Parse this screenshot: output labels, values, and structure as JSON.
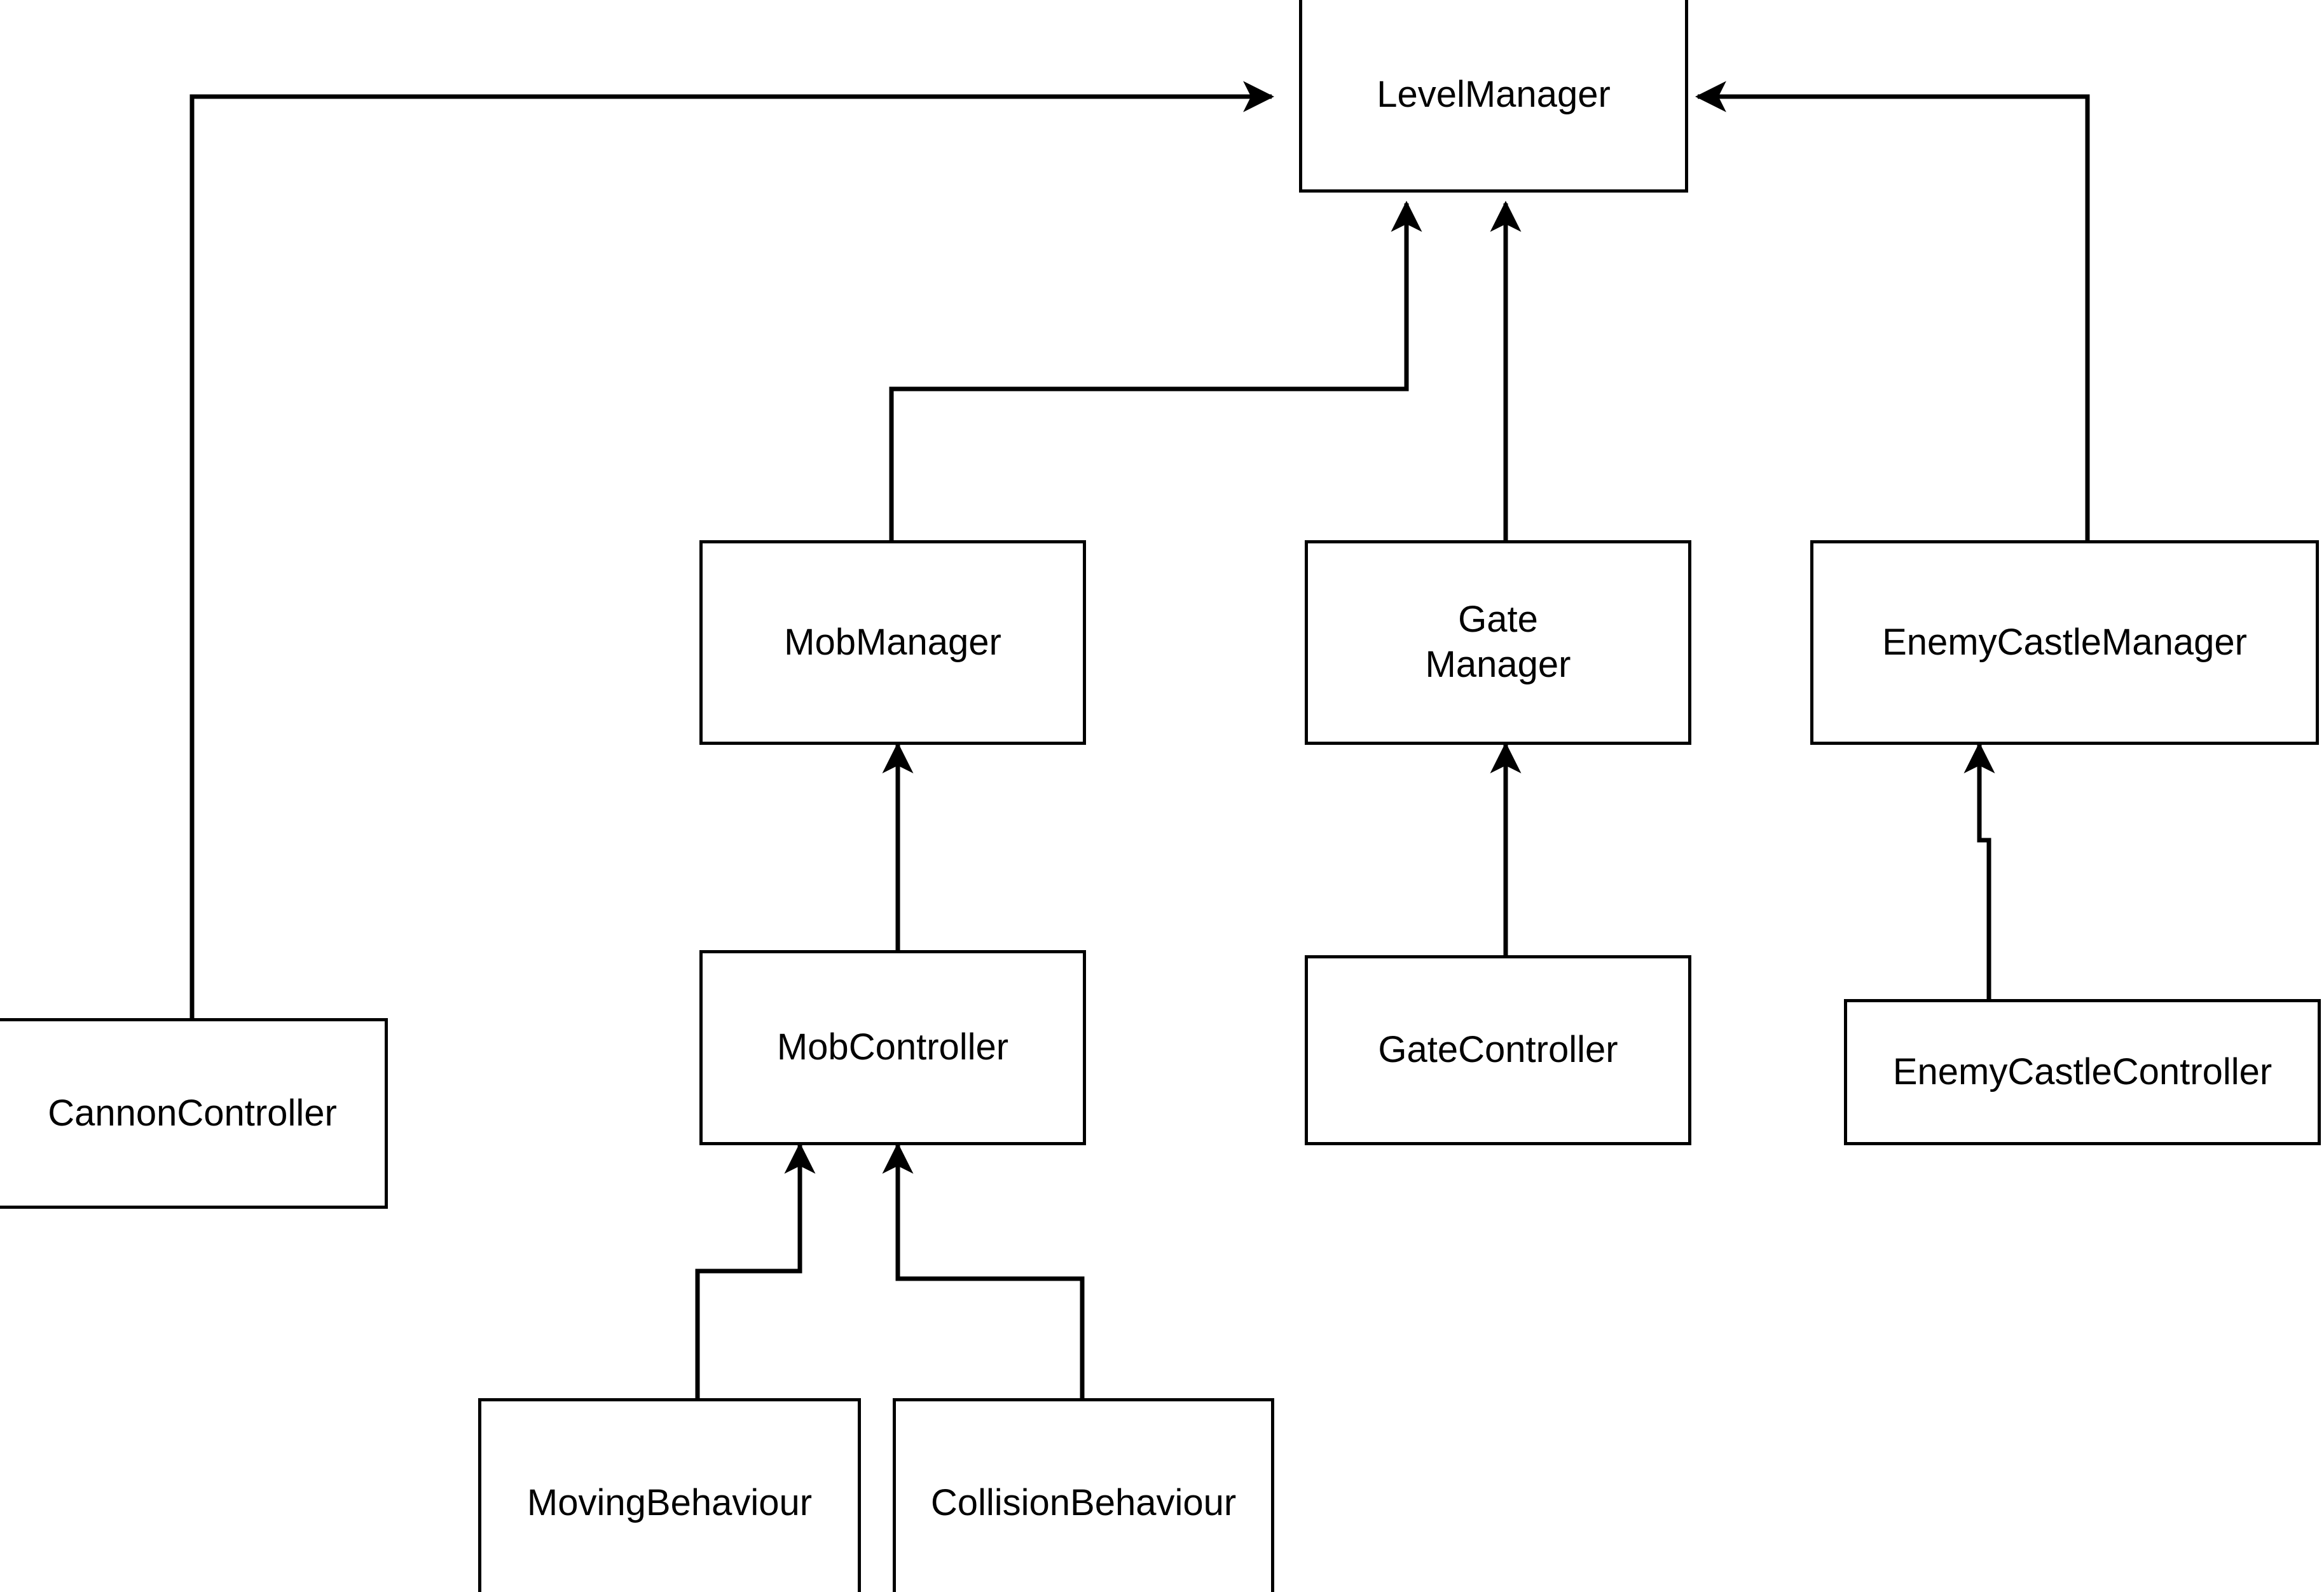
{
  "diagram": {
    "title": "Game architecture class diagram",
    "type": "class-relationship-diagram",
    "background_color": "#ffffff",
    "line_color": "#000000",
    "text_color": "#000000",
    "nodes": [
      {
        "id": "levelmanager",
        "label": "LevelManager"
      },
      {
        "id": "mobmanager",
        "label": "MobManager"
      },
      {
        "id": "gatemanager",
        "label": "Gate\nManager"
      },
      {
        "id": "enemycastlemanager",
        "label": "EnemyCastleManager"
      },
      {
        "id": "cannoncontroller",
        "label": "CannonController"
      },
      {
        "id": "mobcontroller",
        "label": "MobController"
      },
      {
        "id": "gatecontroller",
        "label": "GateController"
      },
      {
        "id": "enemycastlecontroller",
        "label": "EnemyCastleController"
      },
      {
        "id": "movingbehaviour",
        "label": "MovingBehaviour"
      },
      {
        "id": "collisionbehaviour",
        "label": "CollisionBehaviour"
      }
    ],
    "edges": [
      {
        "from": "cannoncontroller",
        "to": "levelmanager",
        "arrow": "right"
      },
      {
        "from": "enemycastlemanager",
        "to": "levelmanager",
        "arrow": "left"
      },
      {
        "from": "mobmanager",
        "to": "levelmanager",
        "arrow": "up"
      },
      {
        "from": "gatemanager",
        "to": "levelmanager",
        "arrow": "up"
      },
      {
        "from": "mobcontroller",
        "to": "mobmanager",
        "arrow": "up"
      },
      {
        "from": "gatecontroller",
        "to": "gatemanager",
        "arrow": "up"
      },
      {
        "from": "enemycastlecontroller",
        "to": "enemycastlemanager",
        "arrow": "up"
      },
      {
        "from": "movingbehaviour",
        "to": "mobcontroller",
        "arrow": "up"
      },
      {
        "from": "collisionbehaviour",
        "to": "mobcontroller",
        "arrow": "up"
      }
    ]
  }
}
